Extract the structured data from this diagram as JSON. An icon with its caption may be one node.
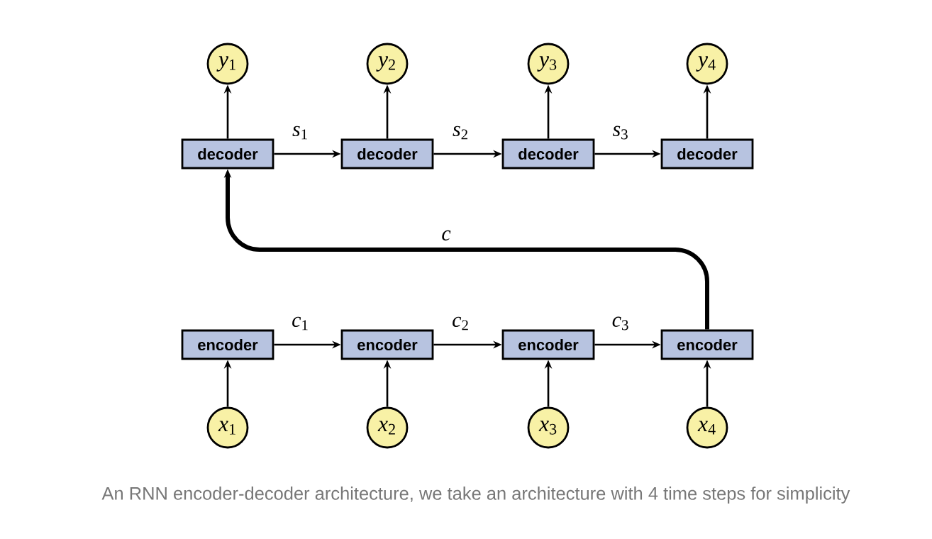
{
  "diagram": {
    "caption": "An RNN encoder-decoder architecture, we take an architecture with 4 time steps for simplicity",
    "nodes": [
      {
        "text": [
          "*y*$_{1}$"
        ]
      },
      {
        "text": [
          "*y*$_{2}$"
        ]
      },
      {
        "text": [
          "*y*$_{3}$"
        ]
      },
      {
        "text": [
          "*y*$_{4}$"
        ]
      },
      {
        "text": [
          "decoder"
        ]
      },
      {
        "text": [
          "decoder"
        ]
      },
      {
        "text": [
          "decoder"
        ]
      },
      {
        "text": [
          "decoder"
        ]
      },
      {
        "text": [
          "encoder"
        ]
      },
      {
        "text": [
          "encoder"
        ]
      },
      {
        "text": [
          "encoder"
        ]
      },
      {
        "text": [
          "encoder"
        ]
      },
      {
        "text": [
          "*x*$_{1}$"
        ]
      },
      {
        "text": [
          "*x*$_{2}$"
        ]
      },
      {
        "text": [
          "*x*$_{3}$"
        ]
      },
      {
        "text": [
          "*x*$_{4}$"
        ]
      }
    ],
    "edges": [
      {
        "from": 4,
        "to": 0,
        "arrow": "to"
      },
      {
        "from": 5,
        "to": 1,
        "arrow": "to"
      },
      {
        "from": 6,
        "to": 2,
        "arrow": "to"
      },
      {
        "from": 7,
        "to": 3,
        "arrow": "to"
      },
      {
        "from": 4,
        "to": 5,
        "arrow": "to",
        "label": "*s*$_{1}$"
      },
      {
        "from": 5,
        "to": 6,
        "arrow": "to",
        "label": "*s*$_{2}$"
      },
      {
        "from": 6,
        "to": 7,
        "arrow": "to",
        "label": "*s*$_{3}$"
      },
      {
        "from": 11,
        "to": 4,
        "arrow": "to",
        "label": "*c*",
        "style": "thick"
      },
      {
        "from": 8,
        "to": 9,
        "arrow": "to",
        "label": "*c*$_{1}$"
      },
      {
        "from": 9,
        "to": 10,
        "arrow": "to",
        "label": "*c*$_{2}$"
      },
      {
        "from": 10,
        "to": 11,
        "arrow": "to",
        "label": "*c*$_{3}$"
      },
      {
        "from": 12,
        "to": 8,
        "arrow": "to"
      },
      {
        "from": 13,
        "to": 9,
        "arrow": "to"
      },
      {
        "from": 14,
        "to": 10,
        "arrow": "to"
      },
      {
        "from": 15,
        "to": 11,
        "arrow": "to"
      }
    ]
  }
}
